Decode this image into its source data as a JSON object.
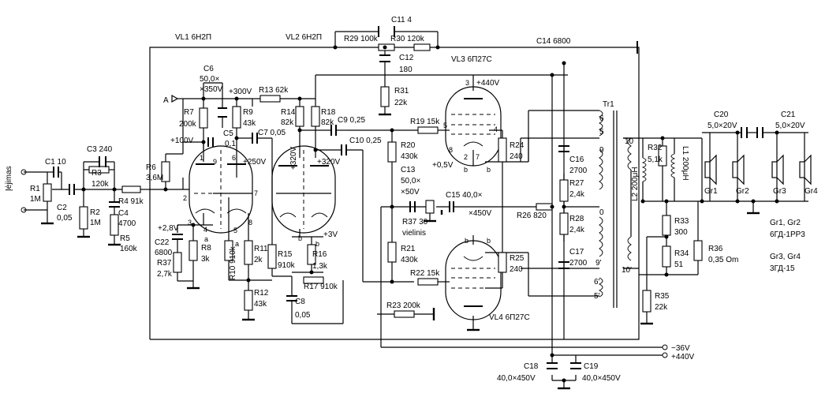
{
  "components": {
    "C1": [
      "C1 10"
    ],
    "R1": [
      "R1",
      "1M"
    ],
    "C2": [
      "C2",
      "0,05"
    ],
    "R2": [
      "R2",
      "1M"
    ],
    "C3": [
      "C3 240"
    ],
    "R3": [
      "R3",
      "120k"
    ],
    "R4": [
      "R4 91k"
    ],
    "C4": [
      "C4",
      "4700"
    ],
    "R5": [
      "R5",
      "160k"
    ],
    "R6": [
      "R6",
      "3,6M"
    ],
    "R7": [
      "R7",
      "200k"
    ],
    "C6": [
      "C6",
      "50,0×",
      "×350V"
    ],
    "R9": [
      "R9",
      "43k"
    ],
    "R13": [
      "R13 62k"
    ],
    "R14": [
      "R14",
      "82k"
    ],
    "R18": [
      "R18",
      "82k"
    ],
    "C5": [
      "C5",
      "0,1"
    ],
    "C7": [
      "C7 0,05"
    ],
    "C9": [
      "C9 0,25"
    ],
    "C10": [
      "C10 0,25"
    ],
    "C11": [
      "C11 4"
    ],
    "R29": [
      "R29 100k"
    ],
    "R30": [
      "R30 120k"
    ],
    "C12": [
      "C12",
      "180"
    ],
    "R31": [
      "R31",
      "22k"
    ],
    "C14": [
      "C14 6800"
    ],
    "R19": [
      "R19 15k"
    ],
    "R20": [
      "R20",
      "430k"
    ],
    "R21": [
      "R21",
      "430k"
    ],
    "R22": [
      "R22 15k"
    ],
    "R23": [
      "R23 200k"
    ],
    "R24": [
      "R24",
      "240"
    ],
    "R25": [
      "R25",
      "240"
    ],
    "C13": [
      "C13",
      "50,0×",
      "×50V"
    ],
    "R37b": [
      "R37 30",
      "vielinis"
    ],
    "C15": [
      "C15 40,0×",
      "×450V"
    ],
    "R26": [
      "R26 820"
    ],
    "C16": [
      "C16",
      "2700"
    ],
    "C17": [
      "C17",
      "2700"
    ],
    "R27": [
      "R27",
      "2,4k"
    ],
    "R28": [
      "R28",
      "2,4k"
    ],
    "C22": [
      "C22",
      "6800"
    ],
    "R37": [
      "R37",
      "2,7k"
    ],
    "R8": [
      "R8",
      "3k"
    ],
    "R10": [
      "R10 910k"
    ],
    "R11": [
      "R11",
      "2k"
    ],
    "R12": [
      "R12",
      "43k"
    ],
    "C8": [
      "C8",
      "0,05"
    ],
    "R15": [
      "R15",
      "910k"
    ],
    "R16": [
      "R16",
      "1,3k"
    ],
    "R17": [
      "R17 910k"
    ],
    "C18": [
      "C18",
      "40,0×450V"
    ],
    "C19": [
      "C19",
      "40,0×450V"
    ],
    "R32": [
      "R32",
      "5,1k"
    ],
    "L1": [
      "L1 200μH"
    ],
    "L2": [
      "L2 200μH"
    ],
    "R33": [
      "R33",
      "300"
    ],
    "R34": [
      "R34",
      "51"
    ],
    "R35": [
      "R35",
      "22k"
    ],
    "R36": [
      "R36",
      "0,35 Om"
    ],
    "C20": [
      "C20",
      "5,0×20V"
    ],
    "C21": [
      "C21",
      "5,0×20V"
    ]
  },
  "tubes": {
    "vl1": "VL1 6Н2П",
    "vl2": "VL2 6Н2П",
    "vl3": "VL3 6П27С",
    "vl4": "VL4 6П27С"
  },
  "transformer": {
    "label": "Tr1",
    "pins": [
      "6",
      "5",
      "9",
      "0",
      "9'",
      "6'",
      "5'",
      "10",
      "10'"
    ]
  },
  "voltages": {
    "p300": "+300V",
    "p100": "+100V",
    "p250": "+250V",
    "p320a": "+320V",
    "p320b": "+320V",
    "p28": "+2,8V",
    "p3": "+3V",
    "p440": "+440V",
    "p05": "+0,5V",
    "m36": "−36V",
    "p440b": "+440V"
  },
  "pins": {
    "vl1": [
      "1",
      "9",
      "6",
      "2",
      "7",
      "3",
      "4",
      "5",
      "8",
      "a",
      "a"
    ],
    "vl3": [
      "3",
      "5",
      "4",
      "8",
      "2",
      "7",
      "b",
      "b"
    ],
    "vl4": [
      "b",
      "b"
    ],
    "vl2": [
      "b",
      "b"
    ]
  },
  "misc": {
    "input": "Įėjimas",
    "out_a": "A",
    "gr": [
      "Gr1",
      "Gr2",
      "Gr3",
      "Gr4"
    ]
  },
  "notes": [
    "Gr1, Gr2",
    "6ГД-1РР3",
    "Gr3, Gr4",
    "3ГД-15"
  ]
}
